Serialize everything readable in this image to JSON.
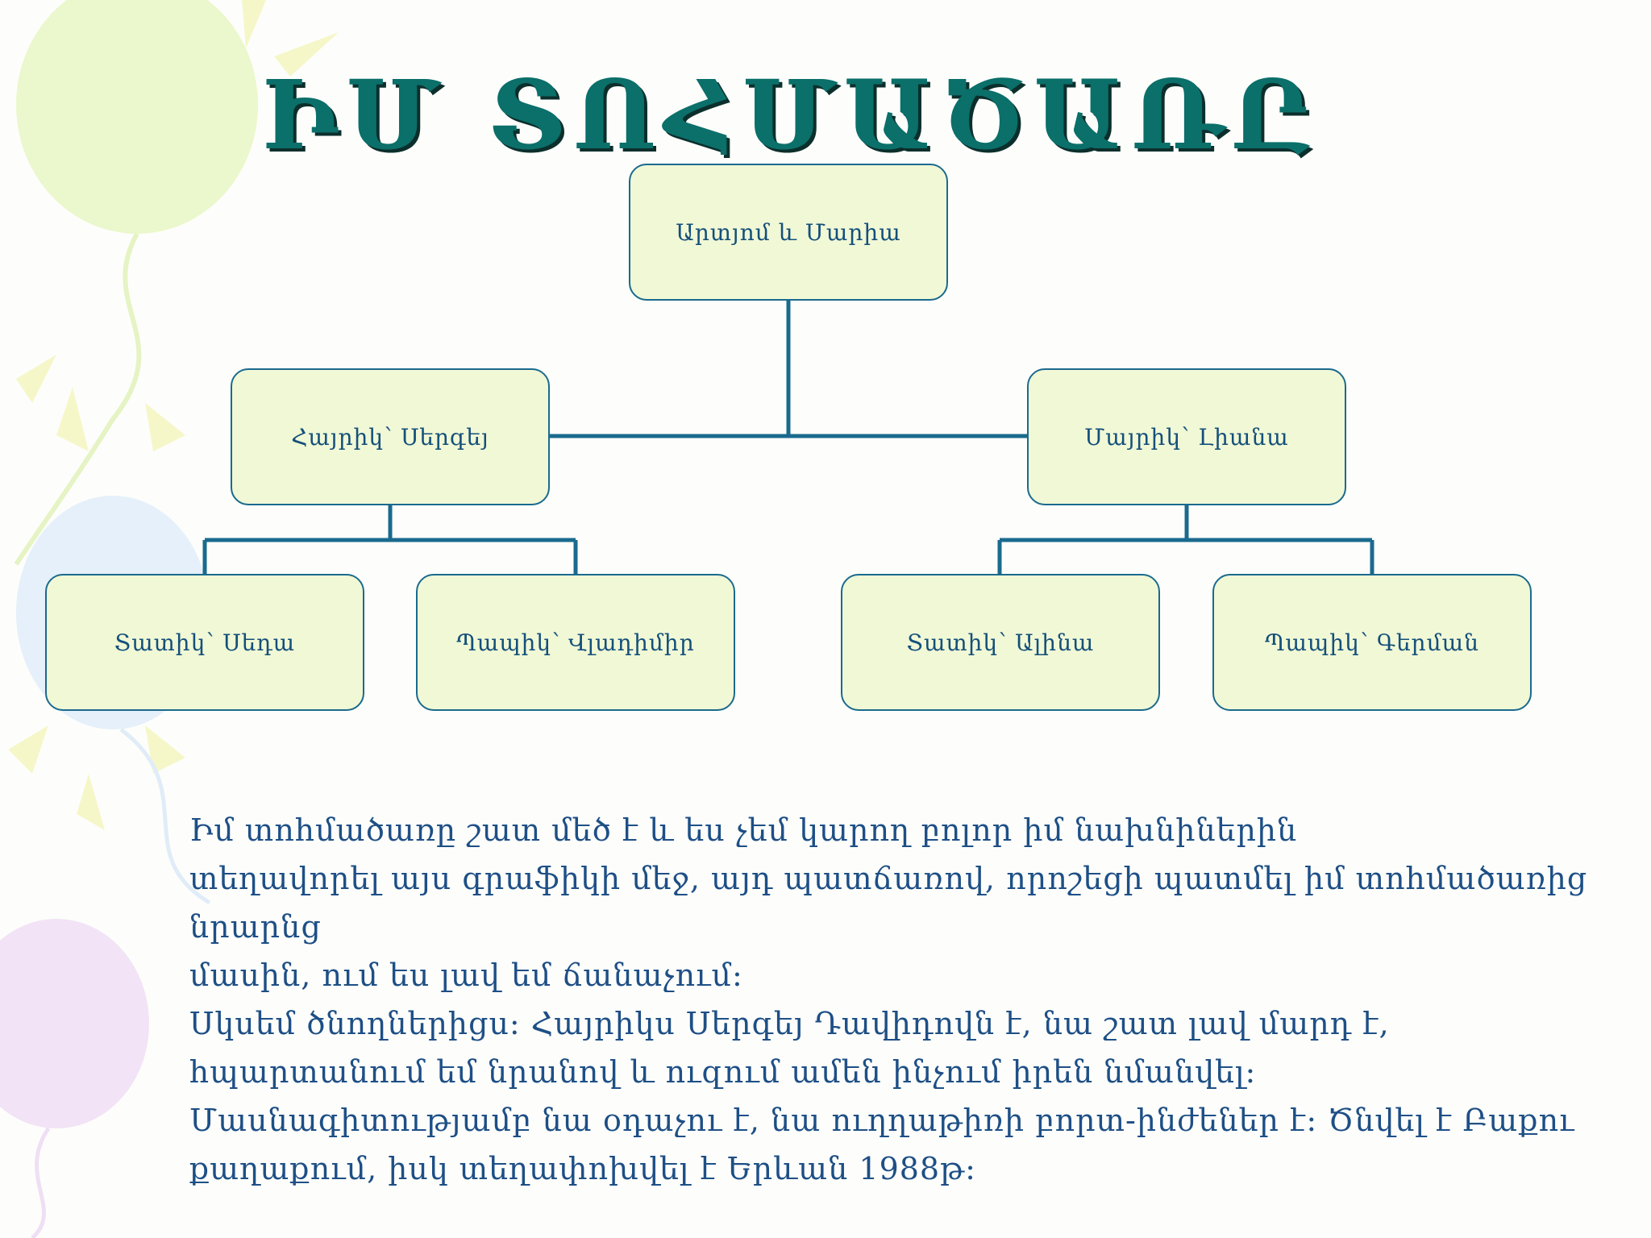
{
  "title": "ԻՄ ՏՈՀՄԱԾԱՌԸ",
  "tree": {
    "root": "Արտյոմ և Մարիա",
    "father": "Հայրիկ՝ Սերգեյ",
    "mother": "Մայրիկ՝ Լիանա",
    "fathers_sister": "Տատիկ՝ Սեդա",
    "fathers_brother": "Պապիկ՝ Վլադիմիր",
    "mothers_sister": "Տատիկ՝ Ալինա",
    "mothers_brother": "Պապիկ՝ Գերման"
  },
  "story": {
    "line1": "Իմ տոհմածառը շատ մեծ է և ես չեմ կարող բոլոր իմ նախնիներին",
    "line2": "տեղավորել այս գրաֆիկի մեջ, այդ պատճառով, որոշեցի պատմել իմ տոհմածառից նրարնց",
    "line3": "մասին, ում ես լավ եմ ճանաչում:",
    "line4": "Սկսեմ ծնողներիցս: Հայրիկս Սերգեյ Դավիդովն է, նա շատ լավ մարդ է,",
    "line5": "հպարտանում եմ նրանով և ուզում ամեն ինչում իրեն նմանվել:",
    "line6": "Մասնագիտությամբ նա օդաչու է, նա ուղղաթիռի բորտ-ինժեներ է: Ծնվել է Բաքու",
    "line7": "քաղաքում, իսկ տեղափոխվել է Երևան 1988թ:"
  }
}
